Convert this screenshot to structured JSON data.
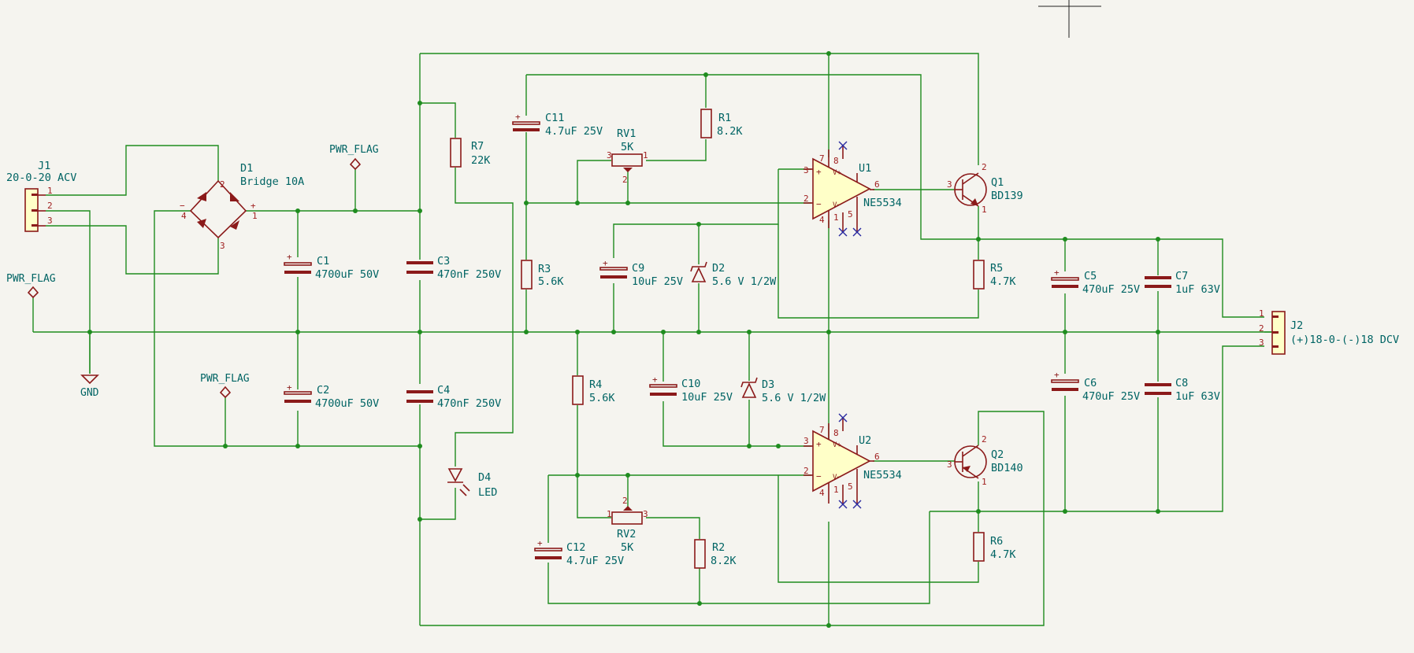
{
  "components": {
    "J1": {
      "ref": "J1",
      "value": "20-0-20 ACV",
      "pins": [
        "1",
        "2",
        "3"
      ]
    },
    "J2": {
      "ref": "J2",
      "value": "(+)18-0-(-)18 DCV",
      "pins": [
        "1",
        "2",
        "3"
      ]
    },
    "D1": {
      "ref": "D1",
      "value": "Bridge 10A",
      "pins": [
        "2",
        "4",
        "1",
        "3"
      ],
      "signs": [
        "−",
        "+"
      ]
    },
    "C1": {
      "ref": "C1",
      "value": "4700uF 50V"
    },
    "C2": {
      "ref": "C2",
      "value": "4700uF 50V"
    },
    "C3": {
      "ref": "C3",
      "value": "470nF 250V"
    },
    "C4": {
      "ref": "C4",
      "value": "470nF 250V"
    },
    "R7": {
      "ref": "R7",
      "value": "22K"
    },
    "D4": {
      "ref": "D4",
      "value": "LED"
    },
    "C11": {
      "ref": "C11",
      "value": "4.7uF 25V"
    },
    "RV1": {
      "ref": "RV1",
      "value": "5K",
      "pins": [
        "3",
        "1",
        "2"
      ]
    },
    "R1": {
      "ref": "R1",
      "value": "8.2K"
    },
    "R3": {
      "ref": "R3",
      "value": "5.6K"
    },
    "C9": {
      "ref": "C9",
      "value": "10uF 25V"
    },
    "D2": {
      "ref": "D2",
      "value": "5.6 V 1/2W"
    },
    "U1": {
      "ref": "U1",
      "value": "NE5534",
      "pins": [
        "7",
        "8",
        "3",
        "2",
        "6",
        "4",
        "1",
        "5"
      ]
    },
    "Q1": {
      "ref": "Q1",
      "value": "BD139",
      "pins": [
        "3",
        "2",
        "1"
      ]
    },
    "R5": {
      "ref": "R5",
      "value": "4.7K"
    },
    "C5": {
      "ref": "C5",
      "value": "470uF 25V"
    },
    "C7": {
      "ref": "C7",
      "value": "1uF 63V"
    },
    "R4": {
      "ref": "R4",
      "value": "5.6K"
    },
    "C10": {
      "ref": "C10",
      "value": "10uF 25V"
    },
    "D3": {
      "ref": "D3",
      "value": "5.6 V 1/2W"
    },
    "U2": {
      "ref": "U2",
      "value": "NE5534",
      "pins": [
        "7",
        "8",
        "3",
        "2",
        "6",
        "4",
        "1",
        "5"
      ]
    },
    "Q2": {
      "ref": "Q2",
      "value": "BD140",
      "pins": [
        "3",
        "2",
        "1"
      ]
    },
    "R6": {
      "ref": "R6",
      "value": "4.7K"
    },
    "C6": {
      "ref": "C6",
      "value": "470uF 25V"
    },
    "C8": {
      "ref": "C8",
      "value": "1uF 63V"
    },
    "RV2": {
      "ref": "RV2",
      "value": "5K",
      "pins": [
        "1",
        "3",
        "2"
      ]
    },
    "R2": {
      "ref": "R2",
      "value": "8.2K"
    },
    "C12": {
      "ref": "C12",
      "value": "4.7uF 25V"
    }
  },
  "power": {
    "flag": "PWR_FLAG",
    "gnd": "GND"
  },
  "colors": {
    "background": "#f5f4ef",
    "wire": "#1f8c1f",
    "component": "#8b1a1a",
    "text": "#006464",
    "opamp_fill": "#ffffc8",
    "no_connect": "#2a2aa0"
  }
}
